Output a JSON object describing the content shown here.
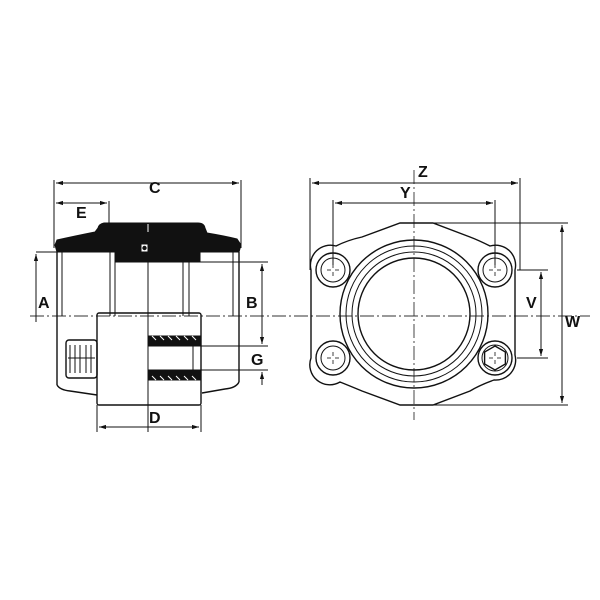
{
  "drawing": {
    "title": "Hydraulic flange clamp technical drawing",
    "side_view": {
      "labels": {
        "A": "A",
        "B": "B",
        "C": "C",
        "D": "D",
        "E": "E",
        "G": "G"
      }
    },
    "front_view": {
      "labels": {
        "Z": "Z",
        "Y": "Y",
        "V": "V",
        "W": "W"
      }
    },
    "colors": {
      "line": "#111111",
      "background": "#ffffff"
    }
  }
}
